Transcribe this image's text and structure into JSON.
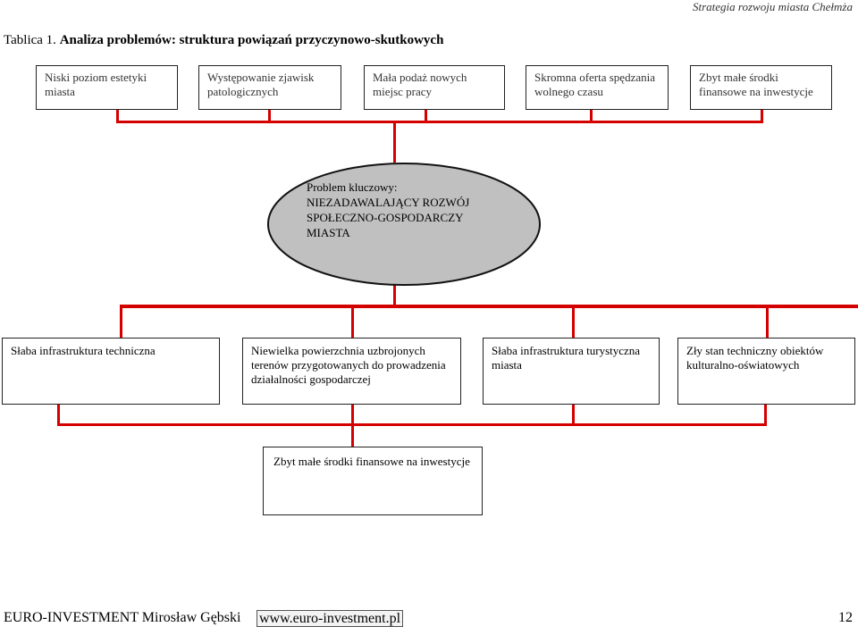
{
  "header": {
    "running_title": "Strategia rozwoju miasta Chełmża"
  },
  "title": {
    "prefix": "Tablica 1.",
    "text": "Analiza problemów: struktura powiązań przyczynowo-skutkowych"
  },
  "top_boxes": [
    {
      "label": "Niski poziom estetyki miasta"
    },
    {
      "label": "Występowanie zjawisk patologicznych"
    },
    {
      "label": "Mała podaż nowych miejsc pracy"
    },
    {
      "label": "Skromna oferta spędzania wolnego czasu"
    },
    {
      "label": "Zbyt małe środki finansowe na inwestycje"
    }
  ],
  "central_problem": {
    "heading": "Problem kluczowy:",
    "line1": "NIEZADAWALAJĄCY ROZWÓJ",
    "line2": "SPOŁECZNO-GOSPODARCZY",
    "line3": "MIASTA"
  },
  "bottom_boxes": [
    {
      "label": "Słaba infrastruktura techniczna"
    },
    {
      "label": "Niewielka powierzchnia uzbrojonych terenów przygotowanych do prowadzenia działalności gospodarczej"
    },
    {
      "label": "Słaba infrastruktura turystyczna miasta"
    },
    {
      "label": "Zły stan techniczny obiektów kulturalno-oświatowych"
    }
  ],
  "root_cause": {
    "label": "Zbyt małe środki finansowe na inwestycje"
  },
  "footer": {
    "company": "EURO-INVESTMENT Mirosław Gębski",
    "url": "www.euro-investment.pl",
    "page": "12"
  },
  "colors": {
    "connector": "#d40000",
    "ellipse_fill": "#c0c0c0",
    "border": "#222222"
  }
}
